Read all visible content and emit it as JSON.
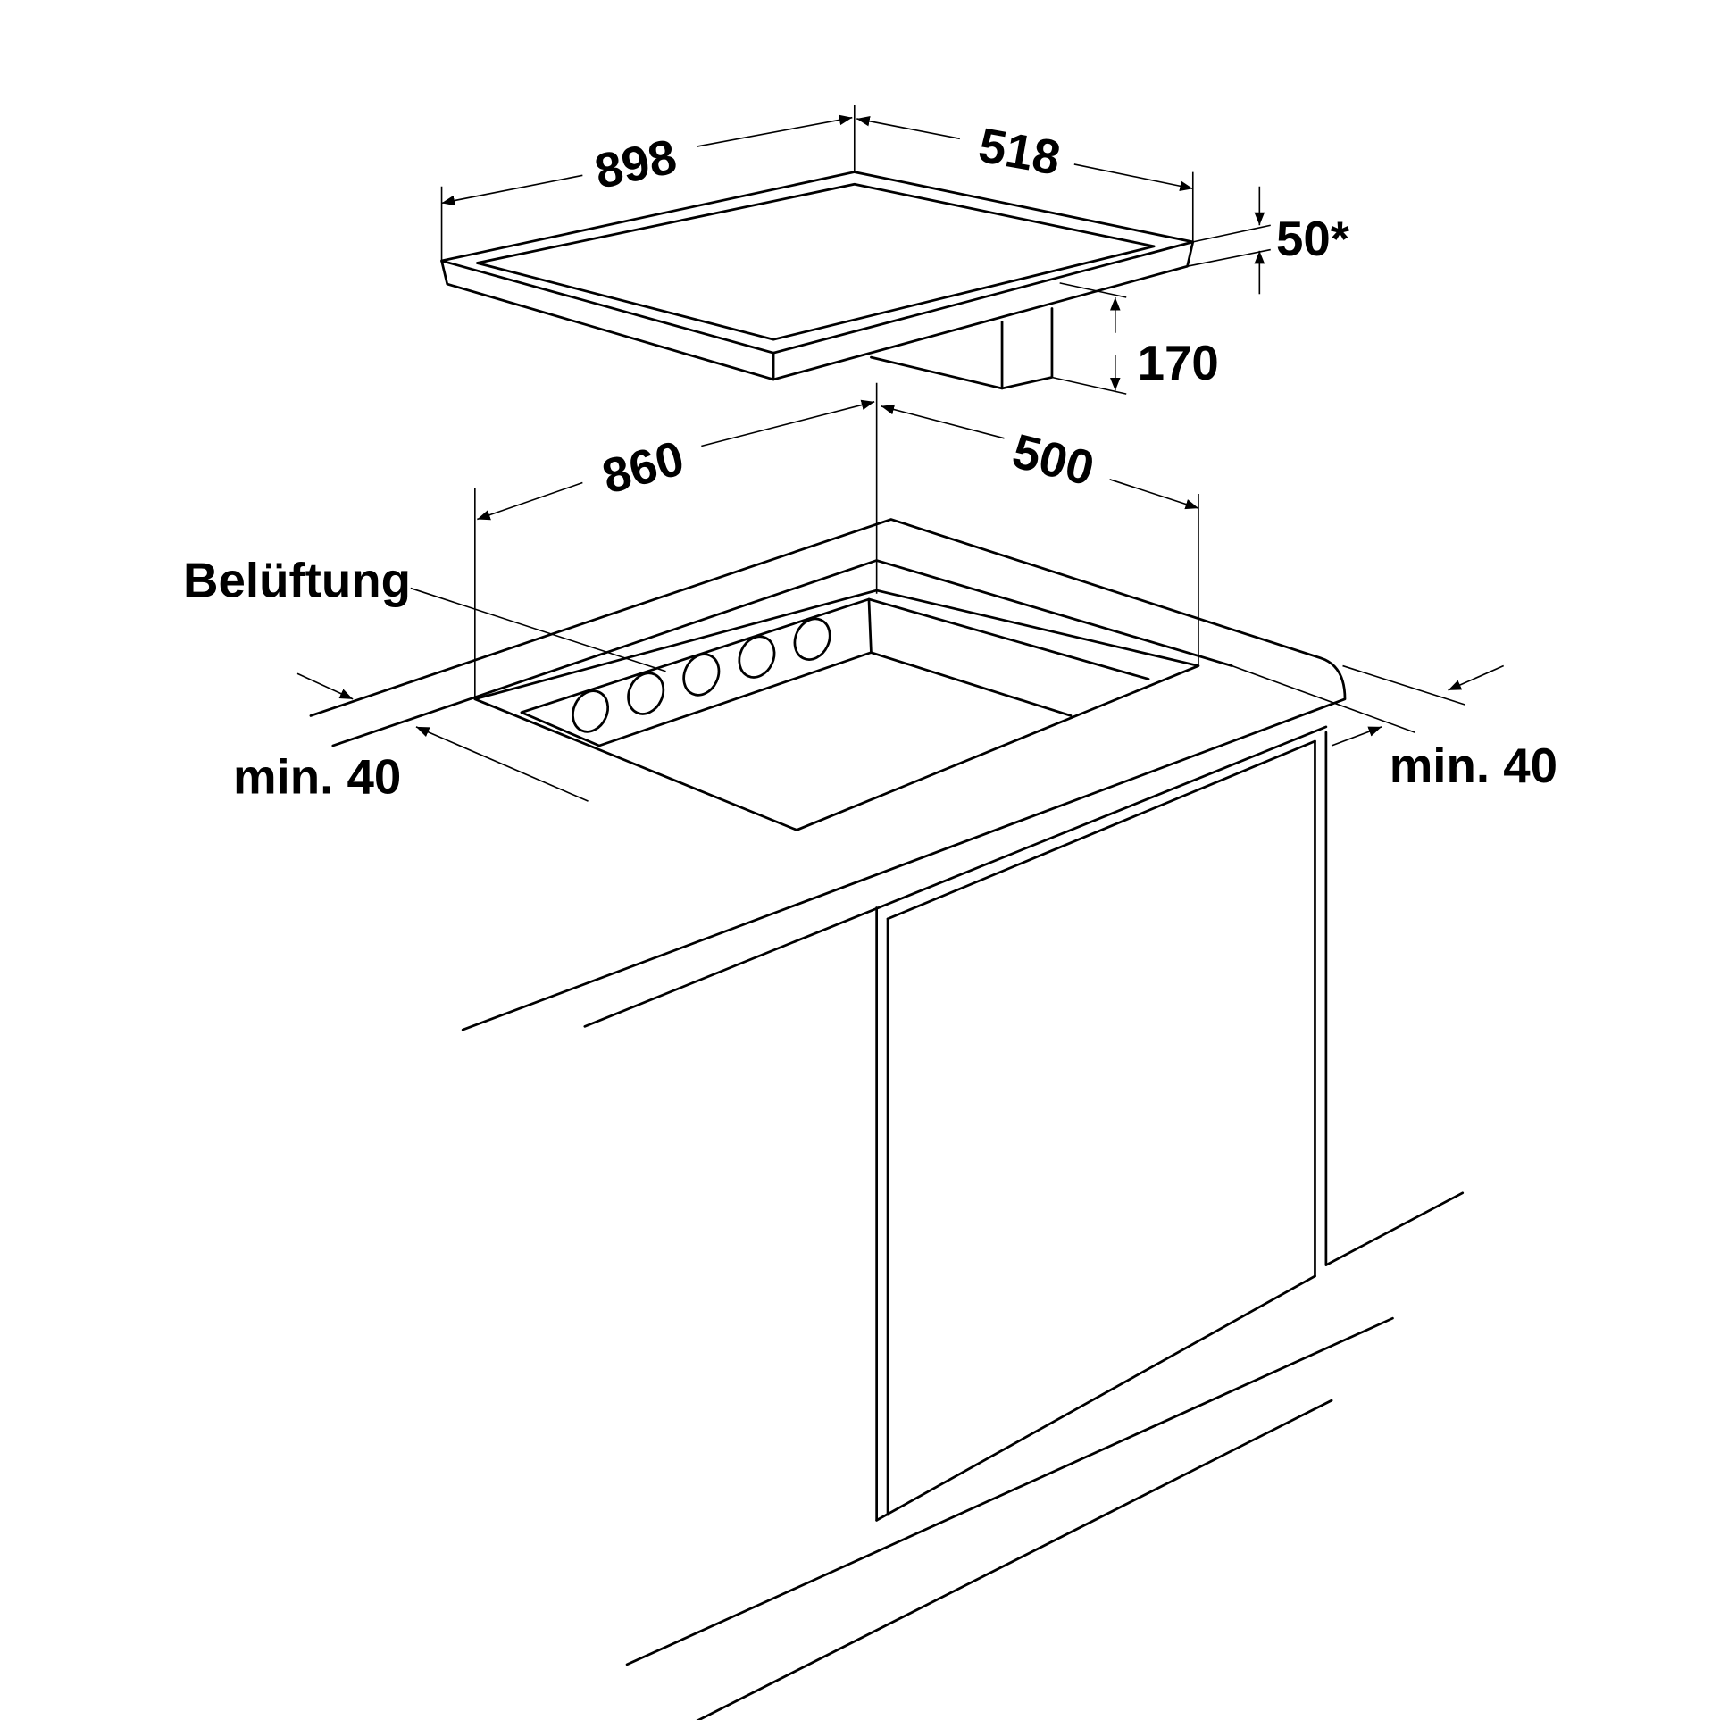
{
  "diagram": {
    "type": "hob installation dimensions",
    "colors": {
      "ink": "#000000",
      "background": "#ffffff"
    },
    "hob": {
      "width": "898",
      "depth": "518",
      "height_above_worktop": "50*",
      "built_in_depth": "170"
    },
    "cutout": {
      "width": "860",
      "depth": "500",
      "ventilation_label": "Belüftung",
      "min_front_distance": "min. 40",
      "min_back_distance": "min. 40"
    }
  }
}
